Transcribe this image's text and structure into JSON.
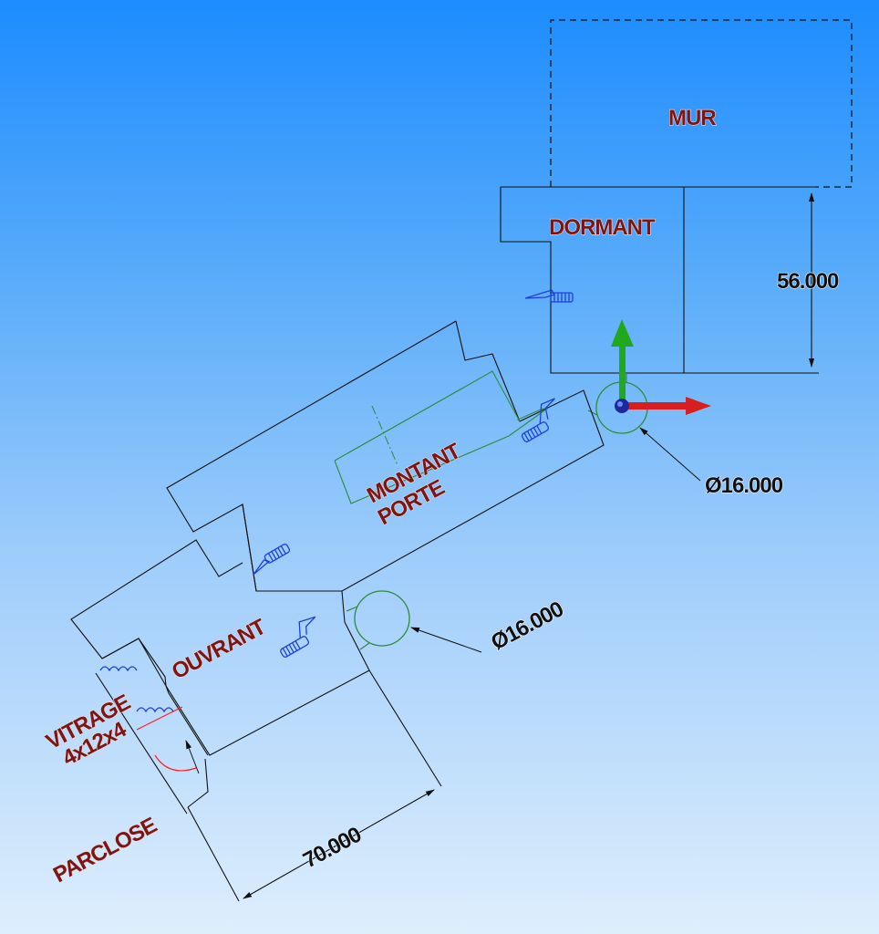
{
  "labels": {
    "mur": "MUR",
    "dormant": "DORMANT",
    "montant_line1": "MONTANT",
    "montant_line2": "PORTE",
    "ouvrant": "OUVRANT",
    "vitrage_line1": "VITRAGE",
    "vitrage_line2": "4x12x4",
    "parclose": "PARCLOSE"
  },
  "dimensions": {
    "height_dormant": "56.000",
    "hinge_diameter_top": "Ø16.000",
    "hinge_diameter_bottom": "Ø16.000",
    "width_ouvrant": "70.000"
  },
  "colors": {
    "outline": "#111111",
    "part_label": "#7a1616",
    "seal": "#1e3fe0",
    "hinge": "#2e8b3a",
    "glass_edge": "#ff2020",
    "axis_x": "#d81e1e",
    "axis_y": "#22a81c"
  }
}
